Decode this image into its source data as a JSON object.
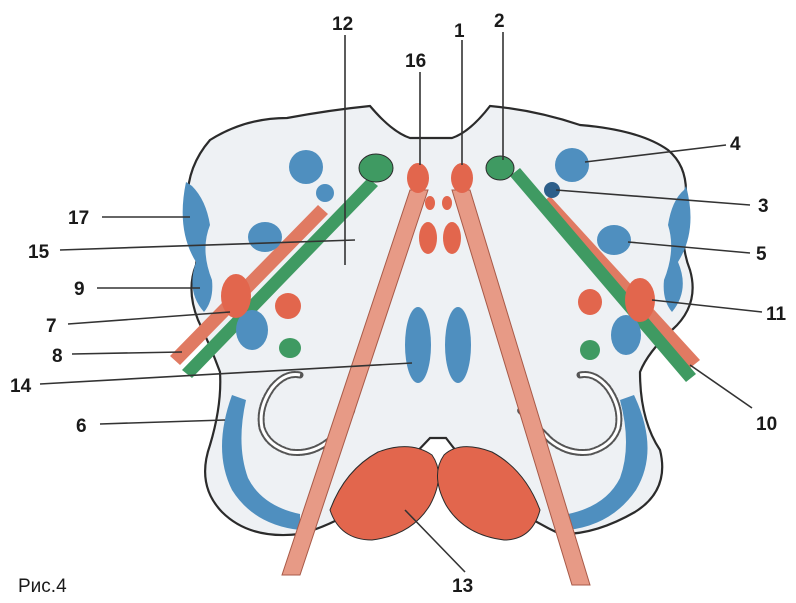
{
  "caption": "Рис.4",
  "labels": [
    "1",
    "2",
    "3",
    "4",
    "5",
    "6",
    "7",
    "8",
    "9",
    "10",
    "11",
    "12",
    "13",
    "14",
    "15",
    "16",
    "17"
  ],
  "colors": {
    "outline": "#2b2b2b",
    "background": "#eef1f4",
    "blue": "#4f8fbf",
    "red": "#e2664d",
    "salmon": "#e79a86",
    "green": "#3f9a62",
    "green_dark": "#2d7a4c"
  }
}
